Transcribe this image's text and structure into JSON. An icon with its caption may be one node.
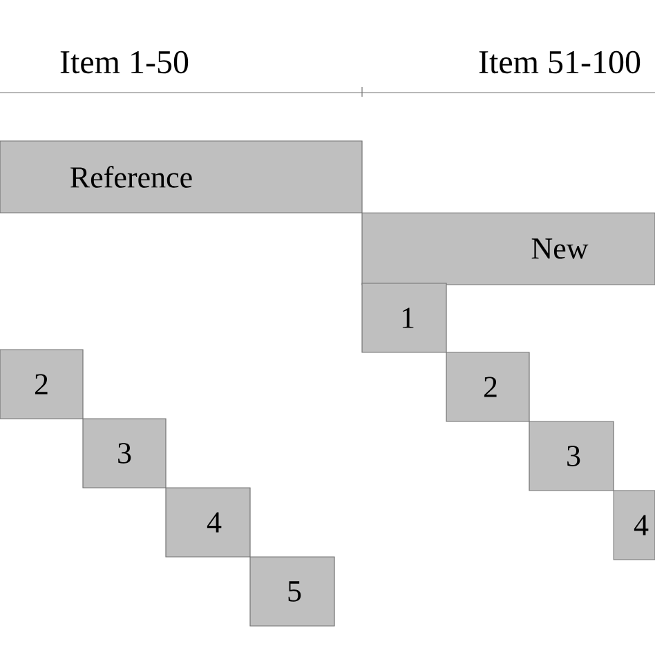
{
  "diagram": {
    "nodes": [
      {
        "text": [
          "Reference"
        ]
      },
      {
        "text": [
          "New"
        ]
      },
      {
        "text": [
          "2"
        ]
      },
      {
        "text": [
          "3"
        ]
      },
      {
        "text": [
          "4"
        ]
      },
      {
        "text": [
          "5"
        ]
      },
      {
        "text": [
          "1"
        ]
      },
      {
        "text": [
          "2"
        ]
      },
      {
        "text": [
          "3"
        ]
      },
      {
        "text": [
          "4"
        ]
      }
    ],
    "labels": [
      "Item 1-50",
      "Item 51-100"
    ]
  }
}
